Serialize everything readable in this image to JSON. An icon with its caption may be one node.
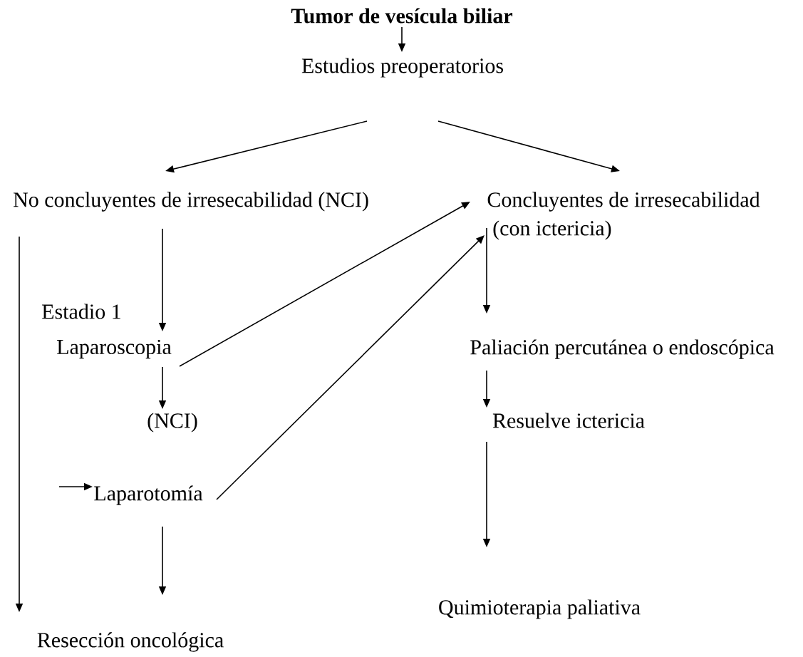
{
  "diagram": {
    "nodes": [
      {
        "text": [
          "Tumor de vesícula biliar"
        ]
      },
      {
        "text": [
          "Estudios preoperatorios"
        ]
      },
      {
        "text": [
          "No concluyentes de irresecabilidad (NCI)"
        ]
      },
      {
        "text": [
          "Concluyentes de irresecabilidad"
        ]
      },
      {
        "text": [
          "Laparoscopia"
        ]
      },
      {
        "text": [
          "(NCI)"
        ]
      },
      {
        "text": [
          "Laparotomía"
        ]
      },
      {
        "text": [
          "Resección oncológica"
        ]
      },
      {
        "text": [
          "Paliación percutánea o endoscópica"
        ]
      },
      {
        "text": [
          "Resuelve ictericia"
        ]
      },
      {
        "text": [
          "Quimioterapia paliativa"
        ]
      }
    ],
    "edges": [
      {
        "from": 0,
        "to": 1,
        "arrow": "to"
      },
      {
        "from": 1,
        "to": 2,
        "arrow": "to"
      },
      {
        "from": 1,
        "to": 3,
        "arrow": "to"
      },
      {
        "from": 2,
        "to": 4,
        "arrow": "to"
      },
      {
        "from": 2,
        "to": 7,
        "arrow": "to"
      },
      {
        "from": 4,
        "to": 5,
        "arrow": "to"
      },
      {
        "from": 4,
        "to": 3,
        "arrow": "to"
      },
      {
        "from": null,
        "to": 6,
        "arrow": "to"
      },
      {
        "from": 6,
        "to": 3,
        "arrow": "to"
      },
      {
        "from": 6,
        "to": 7,
        "arrow": "to"
      },
      {
        "from": 3,
        "to": 8,
        "arrow": "to",
        "label": "(con ictericia)"
      },
      {
        "from": 8,
        "to": 9,
        "arrow": "to"
      },
      {
        "from": 9,
        "to": 10,
        "arrow": "to"
      }
    ],
    "labels": [
      "Estadio 1"
    ]
  }
}
